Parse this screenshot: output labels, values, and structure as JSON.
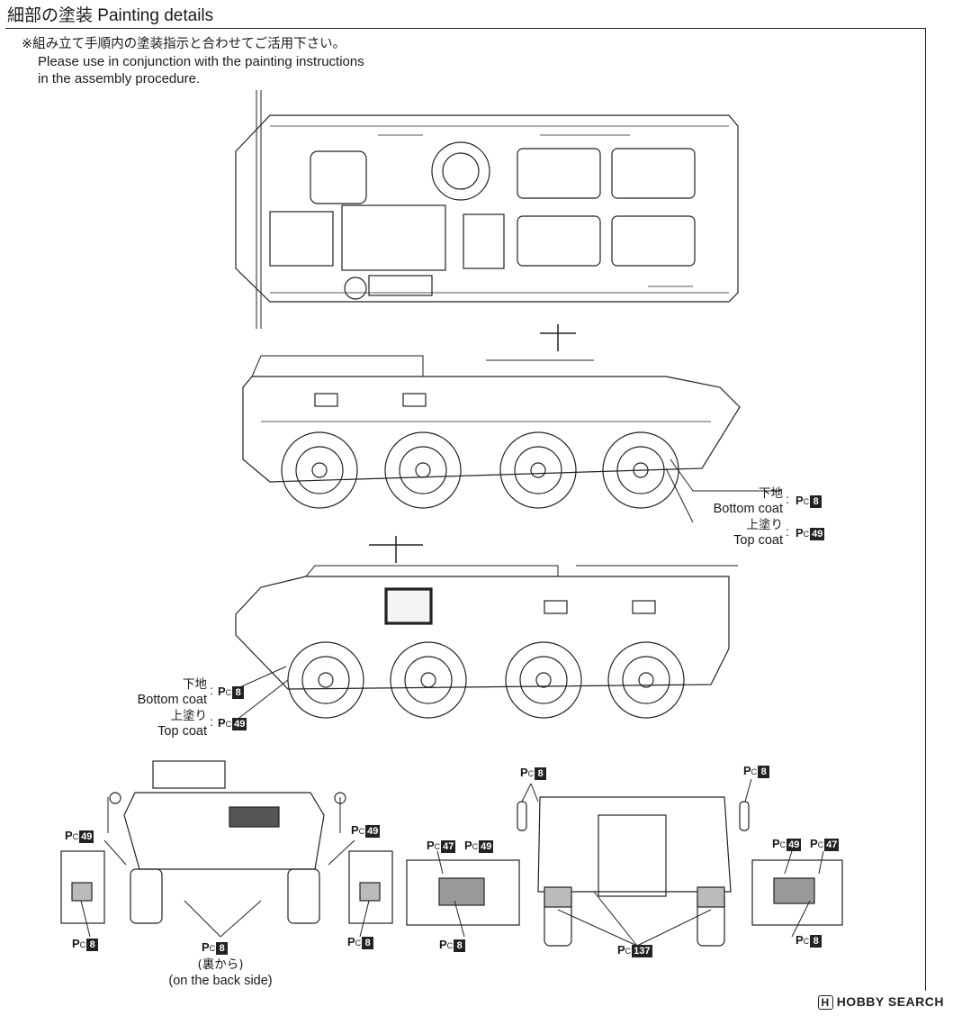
{
  "header": {
    "title": "細部の塗装 Painting details"
  },
  "note": {
    "jp": "※組み立て手順内の塗装指示と合わせてご活用下さい。",
    "en_line1": "Please use in conjunction with the painting instructions",
    "en_line2": "in the assembly procedure."
  },
  "callouts": {
    "bottom_coat_jp": "下地",
    "bottom_coat_en": "Bottom coat",
    "top_coat_jp": "上塗り",
    "top_coat_en": "Top coat",
    "colon": ":"
  },
  "paint": {
    "prefix_p": "P",
    "prefix_c": "C",
    "c8": "8",
    "c49": "49",
    "c47": "47",
    "c137": "137"
  },
  "caption_back": {
    "jp": "(裏から)",
    "en": "(on the back side)"
  },
  "watermark": {
    "box": "H",
    "text": "HOBBY SEARCH"
  }
}
